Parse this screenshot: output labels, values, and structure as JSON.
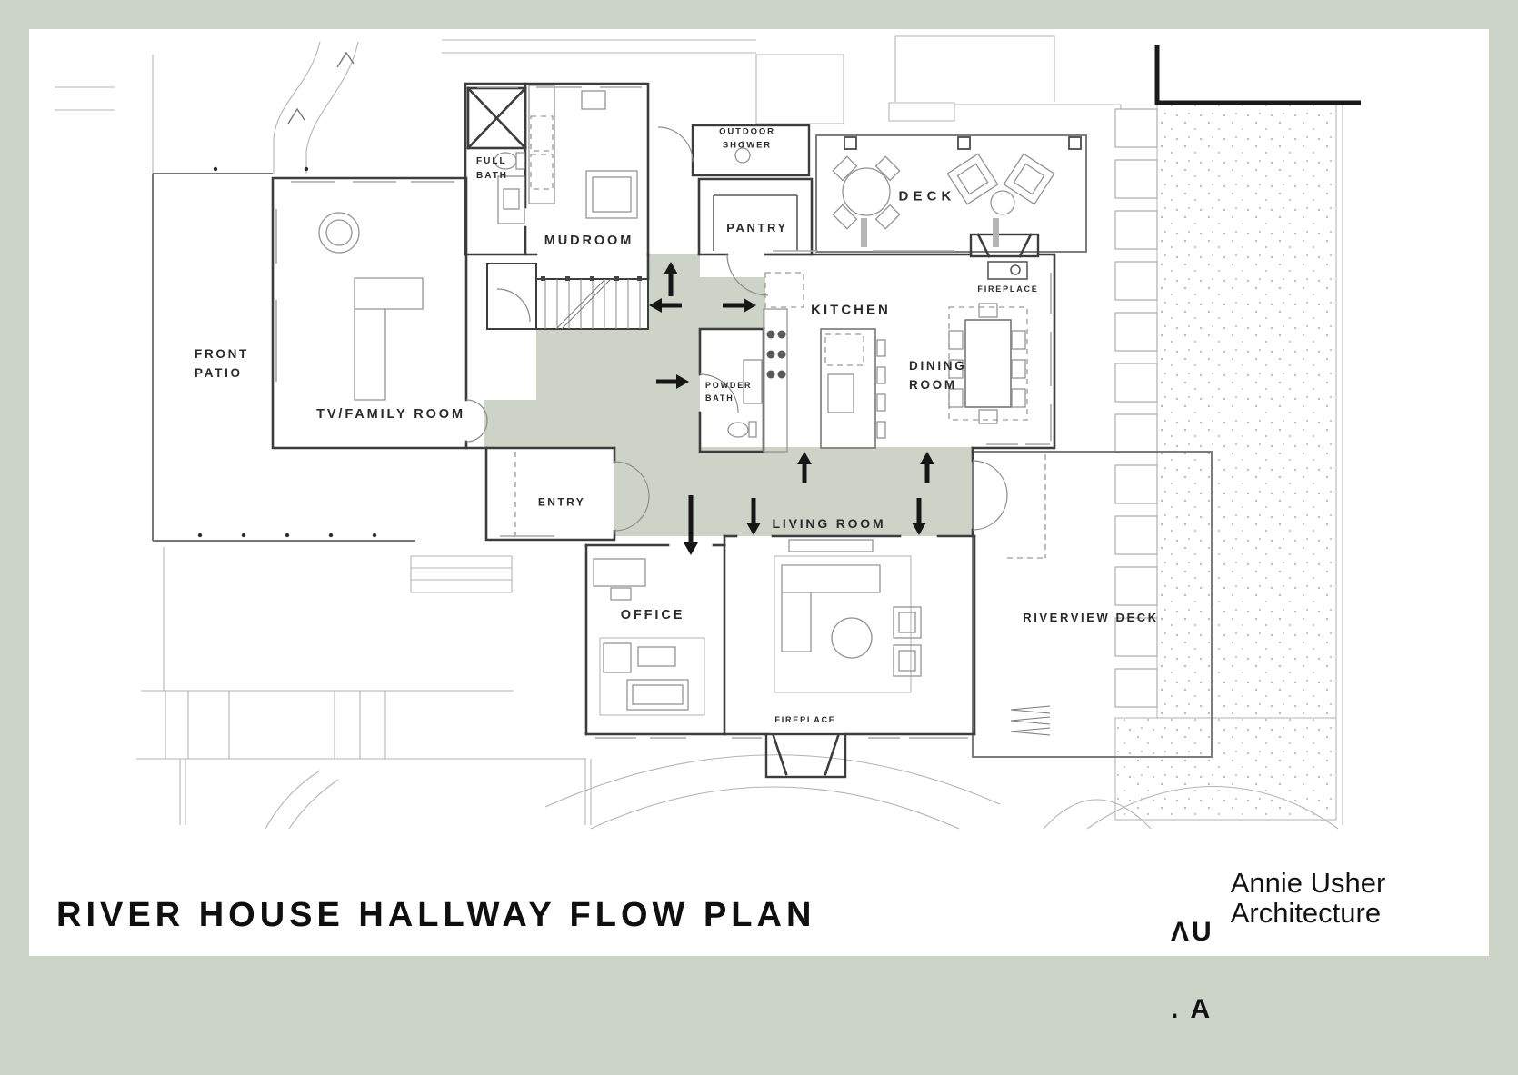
{
  "page": {
    "title": "RIVER HOUSE HALLWAY FLOW PLAN",
    "frame_color": "#ccd3c7",
    "paper_color": "#ffffff",
    "hallway_color": "#cdd3c6",
    "arrow_color": "#161616"
  },
  "brand": {
    "mark_top": "ΛU",
    "mark_bottom": ". A",
    "name_top": "Annie Usher",
    "name_bottom": "Architecture"
  },
  "rooms": {
    "front_patio": "FRONT\nPATIO",
    "tv_family_room": "TV/FAMILY ROOM",
    "mudroom": "MUDROOM",
    "full_bath": "FULL\nBATH",
    "outdoor_shower": "OUTDOOR\nSHOWER",
    "pantry": "PANTRY",
    "deck": "DECK",
    "kitchen": "KITCHEN",
    "dining_room": "DINING\nROOM",
    "fireplace_kitchen": "FIREPLACE",
    "powder_bath": "POWDER\nBATH",
    "entry": "ENTRY",
    "living_room": "LIVING ROOM",
    "office": "OFFICE",
    "riverview_deck": "RIVERVIEW DECK",
    "fireplace_living": "FIREPLACE"
  },
  "flow_arrows": [
    "up",
    "left",
    "right",
    "right",
    "up",
    "up",
    "down",
    "down",
    "down"
  ]
}
